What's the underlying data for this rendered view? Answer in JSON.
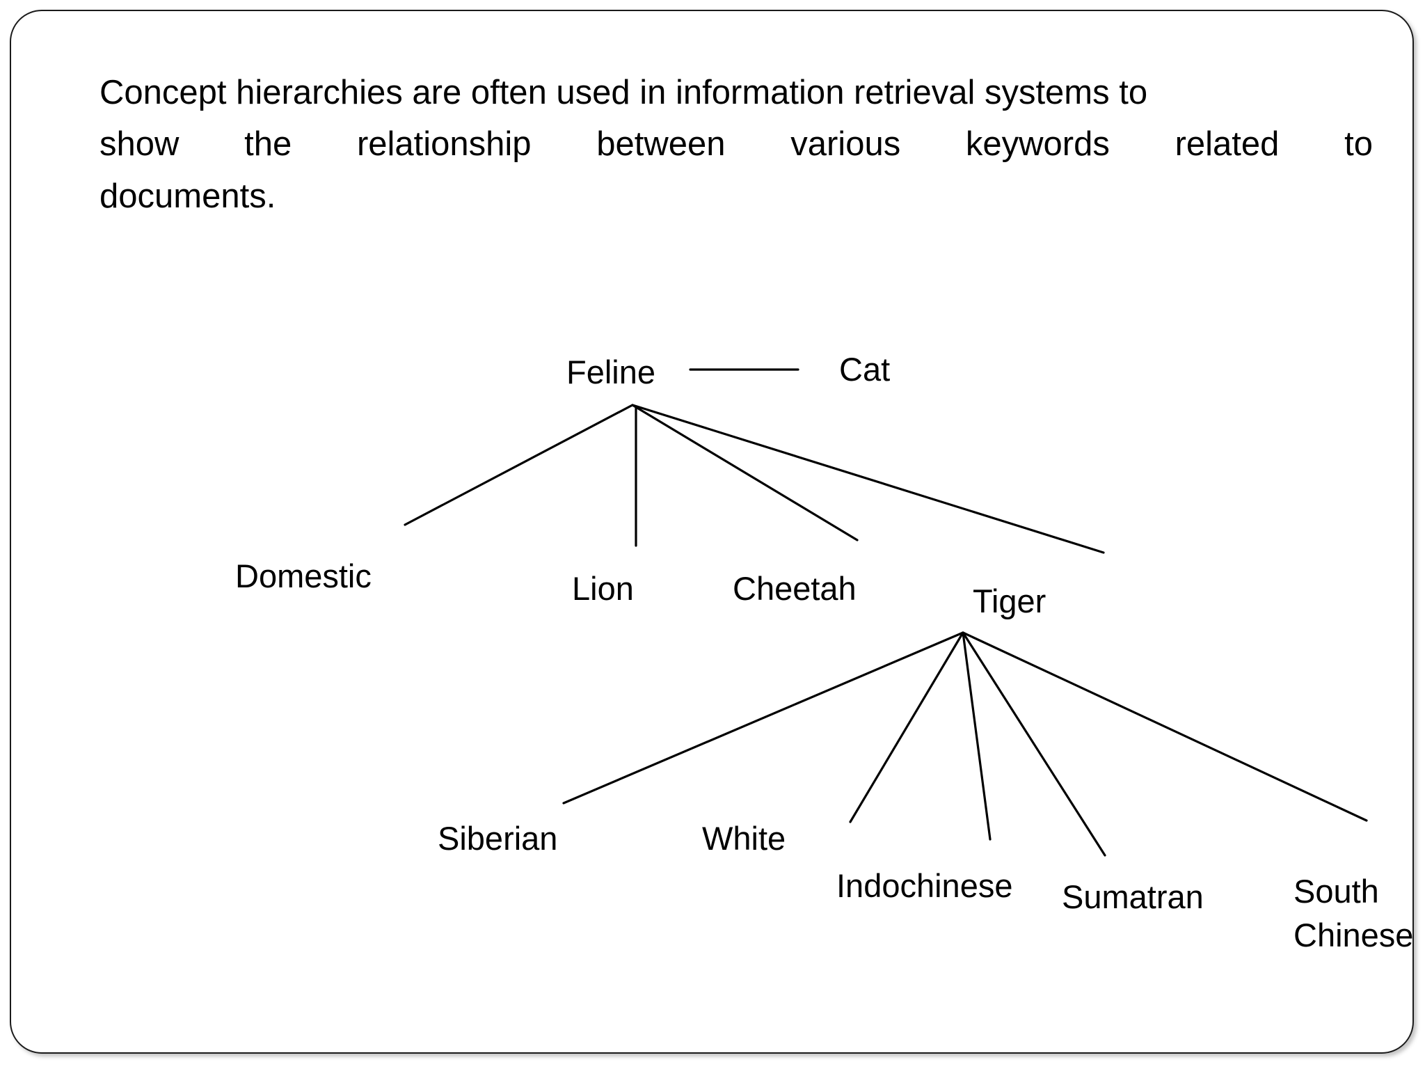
{
  "slide": {
    "border_color": "#1a1a1a",
    "background": "#ffffff",
    "text_color": "#000000"
  },
  "paragraph": {
    "line1": "Concept hierarchies are often used in information retrieval systems to",
    "line2": "show the relationship between various keywords related to",
    "line3": "documents.",
    "full_text": "Concept hierarchies are often used in information retrieval systems to show the relationship between various keywords related to documents."
  },
  "diagram": {
    "title": "Concept hierarchy of Feline",
    "type": "tree",
    "nodes": [
      {
        "id": "feline",
        "label": "Feline",
        "level": 0
      },
      {
        "id": "cat",
        "label": "Cat",
        "level": 0
      },
      {
        "id": "domestic",
        "label": "Domestic",
        "level": 1
      },
      {
        "id": "lion",
        "label": "Lion",
        "level": 1
      },
      {
        "id": "cheetah",
        "label": "Cheetah",
        "level": 1
      },
      {
        "id": "tiger",
        "label": "Tiger",
        "level": 1
      },
      {
        "id": "siberian",
        "label": "Siberian",
        "level": 2
      },
      {
        "id": "white",
        "label": "White",
        "level": 2
      },
      {
        "id": "indochinese",
        "label": "Indochinese",
        "level": 2
      },
      {
        "id": "sumatran",
        "label": "Sumatran",
        "level": 2
      },
      {
        "id": "south",
        "label": "South",
        "level": 2
      },
      {
        "id": "chinese",
        "label": "Chinese",
        "level": 2
      }
    ],
    "edges": [
      {
        "from": "feline",
        "to": "cat",
        "style": "horizontal"
      },
      {
        "from": "feline",
        "to": "domestic",
        "style": "diagonal"
      },
      {
        "from": "feline",
        "to": "lion",
        "style": "vertical"
      },
      {
        "from": "feline",
        "to": "cheetah",
        "style": "diagonal"
      },
      {
        "from": "feline",
        "to": "tiger",
        "style": "diagonal"
      },
      {
        "from": "tiger",
        "to": "siberian",
        "style": "diagonal"
      },
      {
        "from": "tiger",
        "to": "white",
        "style": "diagonal"
      },
      {
        "from": "tiger",
        "to": "indochinese",
        "style": "diagonal"
      },
      {
        "from": "tiger",
        "to": "sumatran",
        "style": "diagonal"
      },
      {
        "from": "tiger",
        "to": "south",
        "style": "diagonal"
      }
    ]
  }
}
